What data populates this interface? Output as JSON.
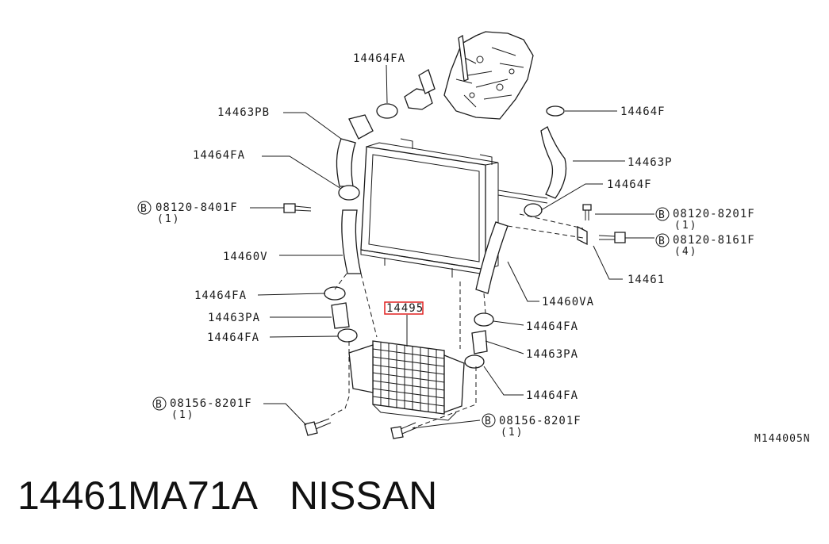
{
  "labels": {
    "l_14464FA_top": "14464FA",
    "l_14463PB": "14463PB",
    "l_14464FA_2": "14464FA",
    "l_08120_8401F": "08120-8401F",
    "l_08120_8401F_qty": "(1)",
    "l_14460V": "14460V",
    "l_14464FA_3": "14464FA",
    "l_14463PA_left": "14463PA",
    "l_14464FA_4": "14464FA",
    "l_08156_8201F_left": "08156-8201F",
    "l_08156_8201F_left_qty": "(1)",
    "l_14464F_top": "14464F",
    "l_14463P": "14463P",
    "l_14464F_2": "14464F",
    "l_08120_8201F": "08120-8201F",
    "l_08120_8201F_qty": "(1)",
    "l_08120_8161F": "08120-8161F",
    "l_08120_8161F_qty": "(4)",
    "l_14461": "14461",
    "l_14460VA": "14460VA",
    "l_14464FA_r1": "14464FA",
    "l_14463PA_right": "14463PA",
    "l_14464FA_r2": "14464FA",
    "l_08156_8201F_right": "08156-8201F",
    "l_08156_8201F_right_qty": "(1)",
    "l_center": "14495",
    "ref_code": "M144005N"
  },
  "bolt_marker": "B",
  "caption": {
    "part_number": "14461MA71A",
    "brand": "NISSAN"
  },
  "colors": {
    "ink": "#1a1a1a",
    "highlight": "#e02020",
    "background": "#ffffff"
  }
}
